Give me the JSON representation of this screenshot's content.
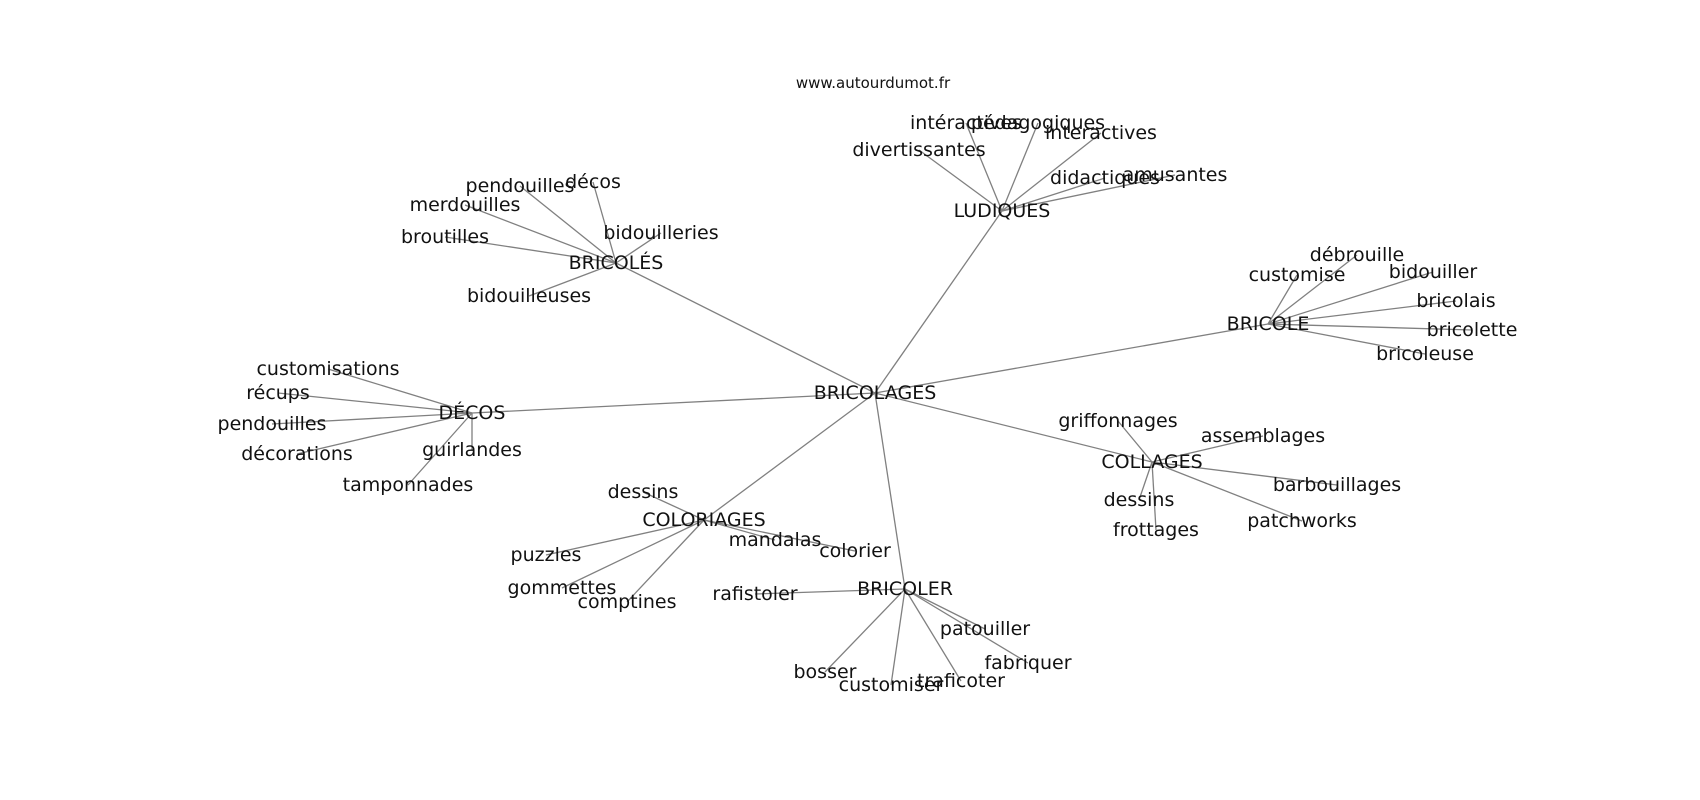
{
  "credit": "www.autourdumot.fr",
  "root": "BRICOLAGES",
  "hubs": [
    {
      "id": "bricoles",
      "label": "BRICOLÉS",
      "leaves": [
        {
          "id": "bricoles_decos",
          "label": "décos"
        },
        {
          "id": "bricoles_pendouilles",
          "label": "pendouilles"
        },
        {
          "id": "bricoles_merdouilles",
          "label": "merdouilles"
        },
        {
          "id": "bricoles_bidouilleries",
          "label": "bidouilleries"
        },
        {
          "id": "bricoles_broutilles",
          "label": "broutilles"
        },
        {
          "id": "bricoles_bidouilleuses",
          "label": "bidouilleuses"
        }
      ]
    },
    {
      "id": "ludiques",
      "label": "LUDIQUES",
      "leaves": [
        {
          "id": "ludiques_interactives",
          "label": "intéractives"
        },
        {
          "id": "ludiques_pedagogiques",
          "label": "pédagogiques"
        },
        {
          "id": "ludiques_interactives2",
          "label": "interactives"
        },
        {
          "id": "ludiques_divertissantes",
          "label": "divertissantes"
        },
        {
          "id": "ludiques_didactiques",
          "label": "didactiques"
        },
        {
          "id": "ludiques_amusantes",
          "label": "amusantes"
        }
      ]
    },
    {
      "id": "bricole",
      "label": "BRICOLE",
      "leaves": [
        {
          "id": "bricole_debrouille",
          "label": "débrouille"
        },
        {
          "id": "bricole_customise",
          "label": "customise"
        },
        {
          "id": "bricole_bidouiller",
          "label": "bidouiller"
        },
        {
          "id": "bricole_bricolais",
          "label": "bricolais"
        },
        {
          "id": "bricole_bricolette",
          "label": "bricolette"
        },
        {
          "id": "bricole_bricoleuse",
          "label": "bricoleuse"
        }
      ]
    },
    {
      "id": "decos",
      "label": "DÉCOS",
      "leaves": [
        {
          "id": "decos_customisations",
          "label": "customisations"
        },
        {
          "id": "decos_recups",
          "label": "récups"
        },
        {
          "id": "decos_pendouilles",
          "label": "pendouilles"
        },
        {
          "id": "decos_decorations",
          "label": "décorations"
        },
        {
          "id": "decos_guirlandes",
          "label": "guirlandes"
        },
        {
          "id": "decos_tamponnades",
          "label": "tamponnades"
        }
      ]
    },
    {
      "id": "collages",
      "label": "COLLAGES",
      "leaves": [
        {
          "id": "collages_griffonnages",
          "label": "griffonnages"
        },
        {
          "id": "collages_assemblages",
          "label": "assemblages"
        },
        {
          "id": "collages_barbouillages",
          "label": "barbouillages"
        },
        {
          "id": "collages_dessins",
          "label": "dessins"
        },
        {
          "id": "collages_frottages",
          "label": "frottages"
        },
        {
          "id": "collages_patchworks",
          "label": "patchworks"
        }
      ]
    },
    {
      "id": "coloriages",
      "label": "COLORIAGES",
      "leaves": [
        {
          "id": "coloriages_dessins",
          "label": "dessins"
        },
        {
          "id": "coloriages_mandalas",
          "label": "mandalas"
        },
        {
          "id": "coloriages_colorier",
          "label": "colorier"
        },
        {
          "id": "coloriages_puzzles",
          "label": "puzzles"
        },
        {
          "id": "coloriages_gommettes",
          "label": "gommettes"
        },
        {
          "id": "coloriages_comptines",
          "label": "comptines"
        }
      ]
    },
    {
      "id": "bricoler",
      "label": "BRICOLER",
      "leaves": [
        {
          "id": "bricoler_rafistoler",
          "label": "rafistoler"
        },
        {
          "id": "bricoler_patouiller",
          "label": "patouiller"
        },
        {
          "id": "bricoler_fabriquer",
          "label": "fabriquer"
        },
        {
          "id": "bricoler_bosser",
          "label": "bosser"
        },
        {
          "id": "bricoler_customiser",
          "label": "customiser"
        },
        {
          "id": "bricoler_traficoter",
          "label": "traficoter"
        }
      ]
    }
  ]
}
